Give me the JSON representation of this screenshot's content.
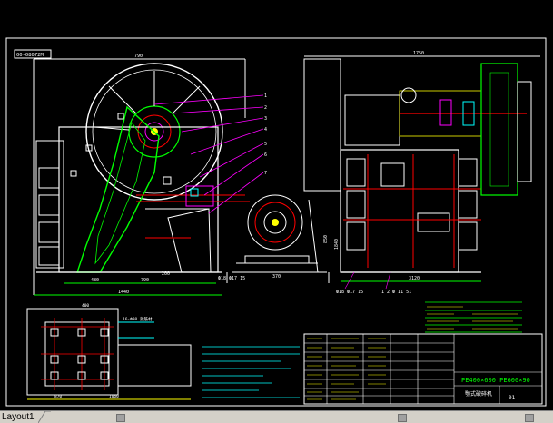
{
  "drawing": {
    "code_box": "00-08072M",
    "dims": {
      "top_left": "790",
      "top_right": "1750",
      "bottom_1440": "1440",
      "bottom_480": "480",
      "bottom_790": "790",
      "bottom_200": "200",
      "bottom_370": "370",
      "right_850": "850",
      "right_1840": "1840",
      "plan_3120": "3120",
      "plan_870": "870",
      "plan_1060": "1060",
      "plan_400": "400"
    },
    "callouts": [
      "1",
      "2",
      "3",
      "4",
      "5",
      "6",
      "7"
    ],
    "bolt_labels": [
      "Ф18 Ф17 15",
      "Ф18 Ф17 15",
      "1 2 Ф 11 51"
    ],
    "plan_label": "16-Ф30 鉄筋材",
    "title_block": {
      "model": "PE400×600 PE600×90",
      "name": "颚式破碎机",
      "sheet": "01"
    }
  },
  "layout_tabs": {
    "active": "Layout1"
  },
  "colors": {
    "bg": "#000000",
    "outline": "#ffffff",
    "green": "#00ff00",
    "red": "#ff0000",
    "yellow": "#ffff00",
    "cyan": "#00ffff",
    "magenta": "#ff00ff"
  }
}
